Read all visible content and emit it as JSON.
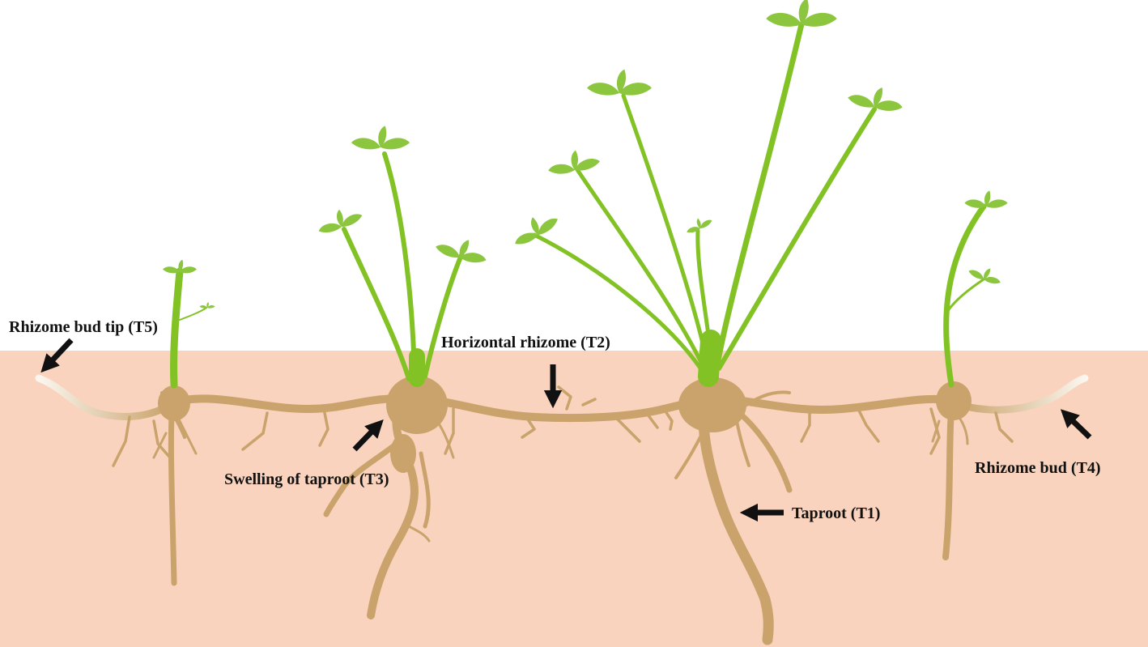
{
  "colors": {
    "background": "#ffffff",
    "soil": "#f9d3bd",
    "root": "#c9a36b",
    "stem": "#83c225",
    "leaf": "#8cc63f",
    "rhizome_tip": "#f4ece2",
    "arrow": "#111111"
  },
  "labels": {
    "rhizome_bud_tip": "Rhizome bud tip (T5)",
    "horizontal_rhizome": "Horizontal rhizome (T2)",
    "swelling_of_taproot": "Swelling of taproot (T3)",
    "taproot": "Taproot (T1)",
    "rhizome_bud": "Rhizome bud (T4)"
  }
}
